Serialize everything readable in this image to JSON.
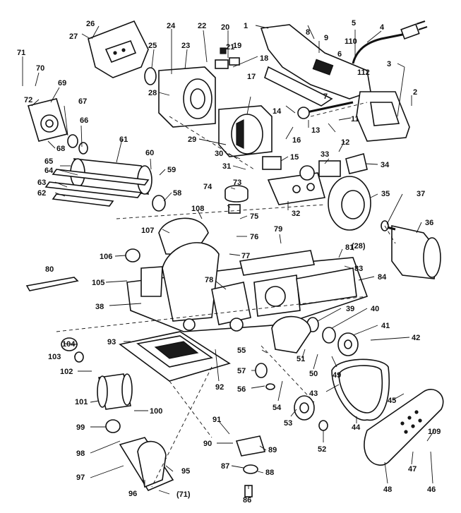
{
  "labels": {
    "l1": "1",
    "l2": "2",
    "l3": "3",
    "l4": "4",
    "l5": "5",
    "l6": "6",
    "l7": "7",
    "l8": "8",
    "l9": "9",
    "l11": "11",
    "l12": "12",
    "l13": "13",
    "l14": "14",
    "l15": "15",
    "l16": "16",
    "l17": "17",
    "l18": "18",
    "l19": "19",
    "l20": "20",
    "l21": "21",
    "l22": "22",
    "l23": "23",
    "l24": "24",
    "l25": "25",
    "l26": "26",
    "l27": "27",
    "l28": "28",
    "l28b": "(28)",
    "l29": "29",
    "l30": "30",
    "l31": "31",
    "l32": "32",
    "l33": "33",
    "l34": "34",
    "l35": "35",
    "l36": "36",
    "l37": "37",
    "l38": "38",
    "l39": "39",
    "l40": "40",
    "l41": "41",
    "l42": "42",
    "l43": "43",
    "l44": "44",
    "l45": "45",
    "l46": "46",
    "l47": "47",
    "l48": "48",
    "l49": "49",
    "l50": "50",
    "l51": "51",
    "l52": "52",
    "l53": "53",
    "l54": "54",
    "l55": "55",
    "l56": "56",
    "l57": "57",
    "l58": "58",
    "l59": "59",
    "l60": "60",
    "l61": "61",
    "l62": "62",
    "l63": "63",
    "l64": "64",
    "l65": "65",
    "l66": "66",
    "l67": "67",
    "l68": "68",
    "l69": "69",
    "l70": "70",
    "l71": "71",
    "l71b": "(71)",
    "l72": "72",
    "l73": "73",
    "l74": "74",
    "l75": "75",
    "l76": "76",
    "l77": "77",
    "l78": "78",
    "l79": "79",
    "l80": "80",
    "l81": "81",
    "l83": "83",
    "l84": "84",
    "l86": "86",
    "l87": "87",
    "l88": "88",
    "l89": "89",
    "l90": "90",
    "l91": "91",
    "l92": "92",
    "l93": "93",
    "l95": "95",
    "l96": "96",
    "l97": "97",
    "l98": "98",
    "l99": "99",
    "l100": "100",
    "l101": "101",
    "l102": "102",
    "l103": "103",
    "l104": "104",
    "l105": "105",
    "l106": "106",
    "l107": "107",
    "l108": "108",
    "l109": "109",
    "l110": "110",
    "l112": "112"
  }
}
